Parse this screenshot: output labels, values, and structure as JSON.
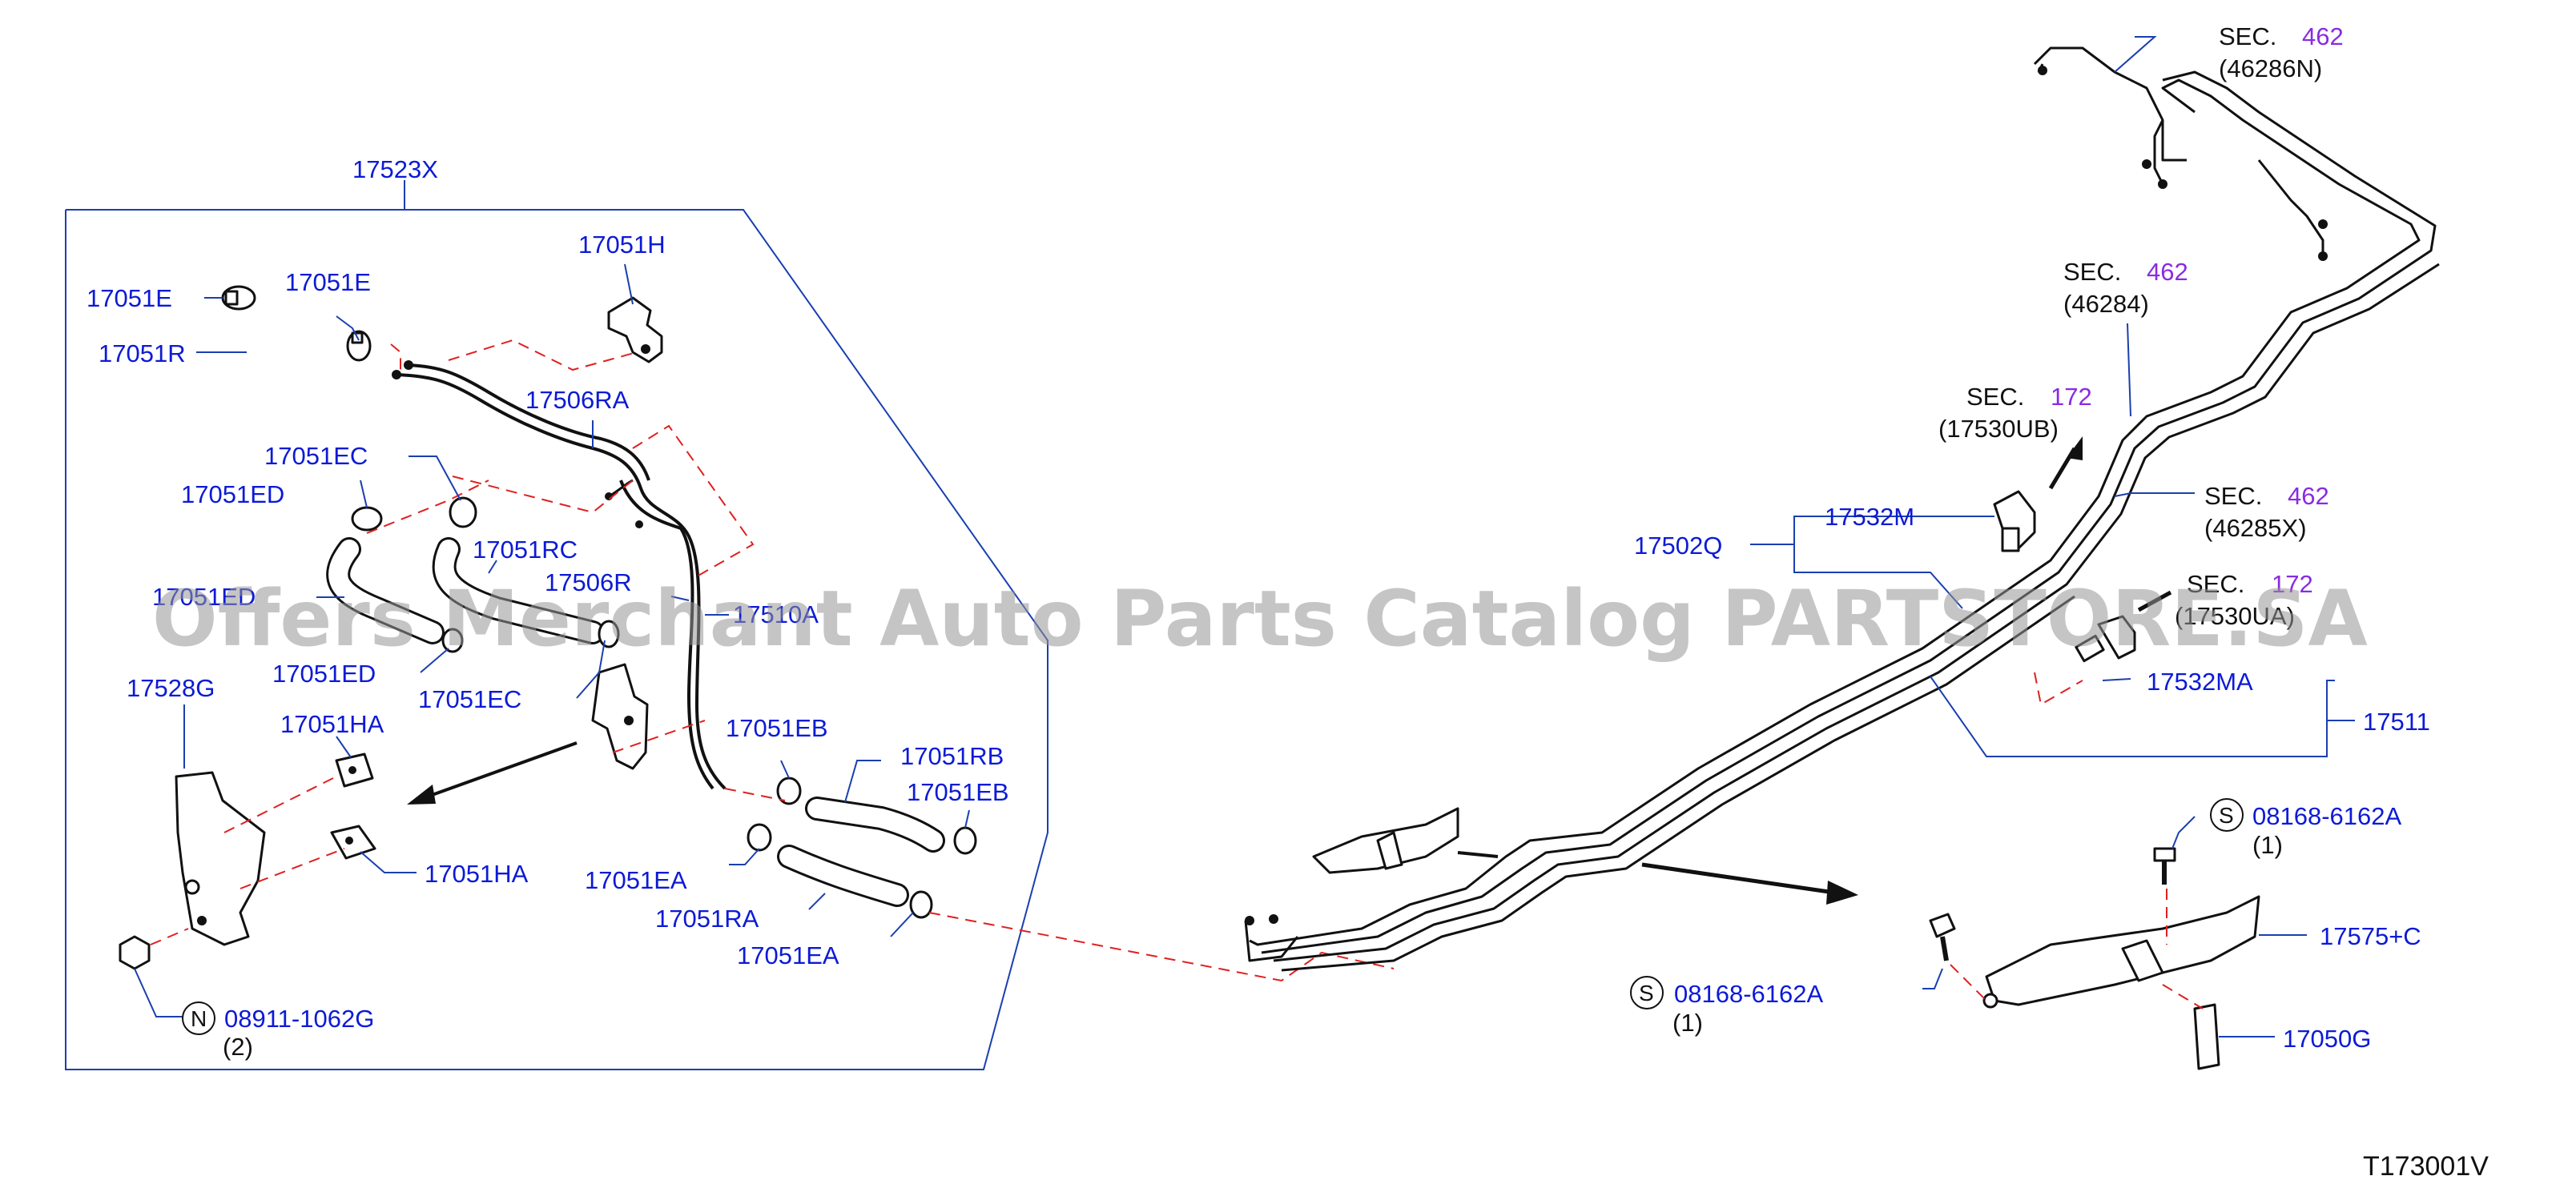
{
  "labels": {
    "p17523X": "17523X",
    "p17051E_a": "17051E",
    "p17051E_b": "17051E",
    "p17051R": "17051R",
    "p17051H": "17051H",
    "p17506RA": "17506RA",
    "p17051EC_a": "17051EC",
    "p17051ED_a": "17051ED",
    "p17051RC": "17051RC",
    "p17051D_partial": "17051ED",
    "p17506R": "17506R",
    "p17510A_partial": "17510A",
    "p17051ED_b": "17051ED",
    "p17051EC_b": "17051EC",
    "p17528G": "17528G",
    "p17051HA_a": "17051HA",
    "p17051HA_b": "17051HA",
    "p17051EB_a": "17051EB",
    "p17051RB": "17051RB",
    "p17051EB_b": "17051EB",
    "p17051EA_a": "17051EA",
    "p17051RA": "17051RA",
    "p17051EA_b": "17051EA",
    "p08911": "08911-1062G",
    "p08911_qty": "(2)",
    "p08911_sym": "N",
    "p17502Q": "17502Q",
    "p17532M": "17532M",
    "p17532MA": "17532MA",
    "p17511": "17511",
    "p08168_a": "08168-6162A",
    "p08168_a_qty": "(1)",
    "p08168_a_sym": "S",
    "p08168_b": "08168-6162A",
    "p08168_b_qty": "(1)",
    "p08168_b_sym": "S",
    "p17575C": "17575+C",
    "p17050G": "17050G"
  },
  "sections": {
    "s1_word": "SEC.",
    "s1_num": "462",
    "s1_ref": "(46286N)",
    "s2_word": "SEC.",
    "s2_num": "462",
    "s2_ref": "(46284)",
    "s3_word": "SEC.",
    "s3_num": "172",
    "s3_ref": "(17530UB)",
    "s4_word": "SEC.",
    "s4_num": "462",
    "s4_ref": "(46285X)",
    "s5_word": "SEC.",
    "s5_num": "172",
    "s5_ref": "(17530UA)"
  },
  "watermark": "Offers Merchant Auto Parts Catalog PARTSTORE.SA",
  "diagram_code": "T173001V"
}
